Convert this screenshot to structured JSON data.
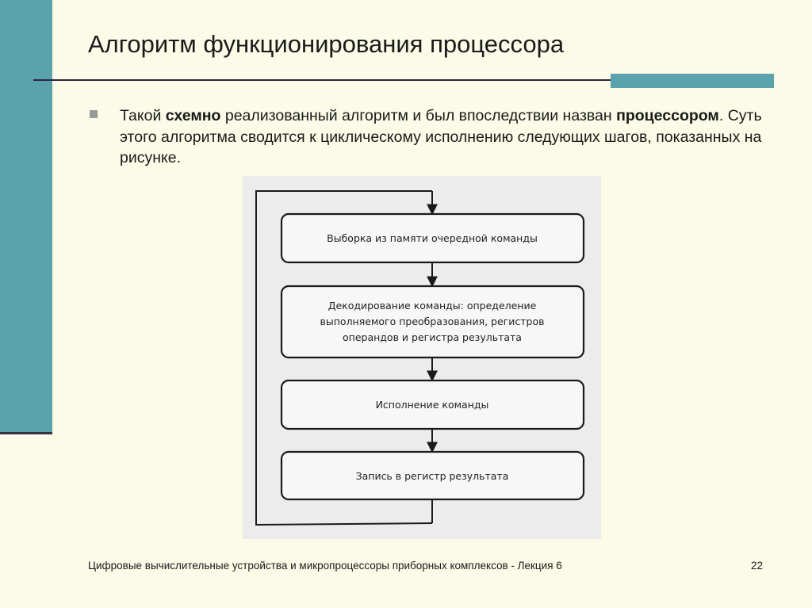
{
  "slide": {
    "title": "Алгоритм функционирования процессора",
    "bullet": {
      "p1": "Такой ",
      "b1": "схемно",
      "p2": " реализованный алгоритм и был впоследствии назван ",
      "b2": "процессором",
      "p3": ".  Суть этого алгоритма сводится к циклическому исполнению следующих шагов, показанных на рисунке."
    },
    "footer": "Цифровые вычислительные устройства и микропроцессоры приборных комплексов - Лекция 6",
    "page_number": "22"
  },
  "diagram": {
    "steps": [
      {
        "lines": [
          "Выборка из памяти очередной команды"
        ]
      },
      {
        "lines": [
          "Декодирование команды: определение",
          "выполняемого преобразования, регистров",
          "операндов и регистра результата"
        ]
      },
      {
        "lines": [
          "Исполнение команды"
        ]
      },
      {
        "lines": [
          "Запись в регистр результата"
        ]
      }
    ]
  }
}
